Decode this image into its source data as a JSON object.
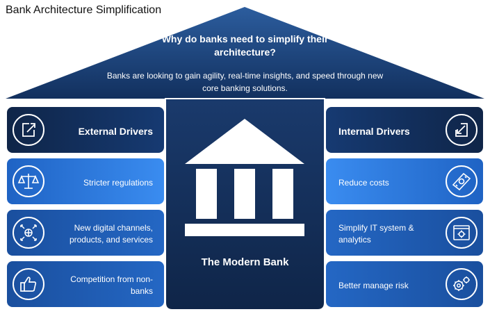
{
  "title": "Bank Architecture Simplification",
  "roof": {
    "question": "Why do banks need to simplify their architecture?",
    "description": "Banks are looking to gain agility, real-time insights, and speed through new core banking solutions."
  },
  "center": {
    "label": "The Modern Bank",
    "icon": "bank-building-icon"
  },
  "left": {
    "header": "External Drivers",
    "header_icon": "external-link-arrow-icon",
    "items": [
      {
        "label": "Stricter regulations",
        "icon": "scales-icon"
      },
      {
        "label": "New digital channels, products, and services",
        "icon": "globe-network-icon"
      },
      {
        "label": "Competition from non-banks",
        "icon": "thumbs-up-icon"
      }
    ]
  },
  "right": {
    "header": "Internal Drivers",
    "header_icon": "inward-arrow-icon",
    "items": [
      {
        "label": "Reduce costs",
        "icon": "money-bill-icon"
      },
      {
        "label": "Simplify IT system & analytics",
        "icon": "settings-window-icon"
      },
      {
        "label": "Better manage risk",
        "icon": "gears-icon"
      }
    ]
  },
  "colors": {
    "navy": "#0f2548",
    "blue_dark": "#1e5fbd",
    "blue_light": "#2e7be0",
    "center": "#14305e"
  }
}
